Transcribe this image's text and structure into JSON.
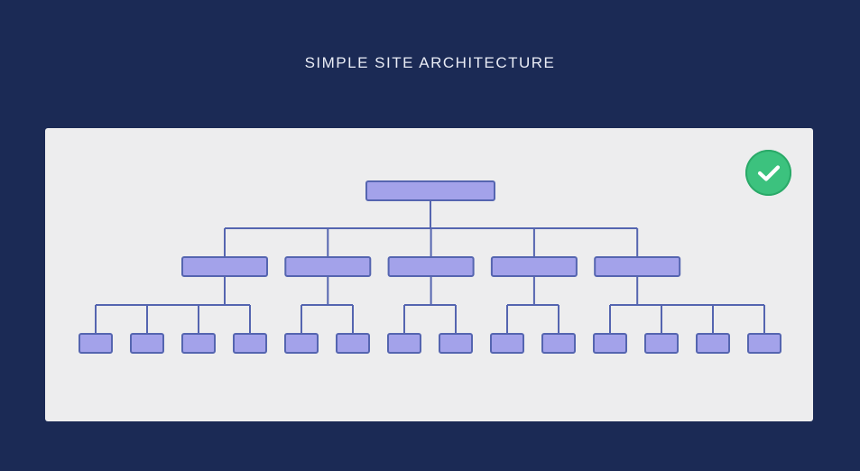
{
  "header": {
    "title": "SIMPLE SITE ARCHITECTURE"
  },
  "status": {
    "icon": "checkmark-icon",
    "color": "#3cc27e"
  },
  "diagram": {
    "type": "site-hierarchy",
    "node_fill": "#a3a2ea",
    "node_stroke": "#5565b0",
    "connector_color": "#5565b0",
    "levels": [
      {
        "level": 0,
        "children_per_parent": [
          5
        ]
      },
      {
        "level": 1,
        "children_per_parent": [
          4,
          2,
          2,
          2,
          4
        ]
      },
      {
        "level": 2,
        "children_per_parent": []
      }
    ]
  }
}
